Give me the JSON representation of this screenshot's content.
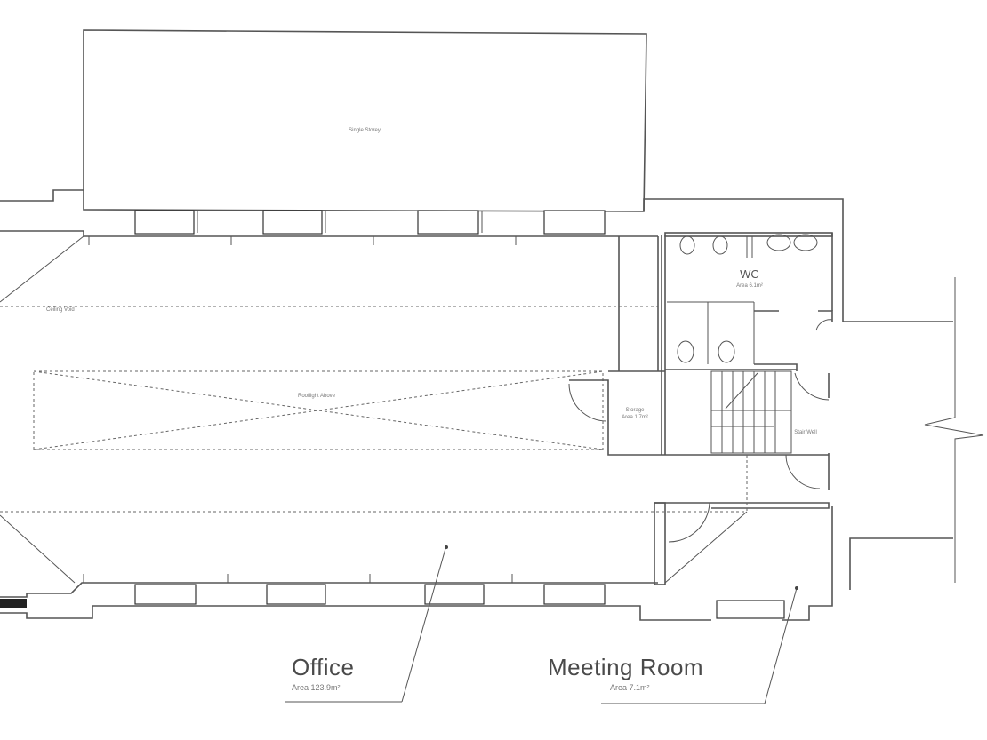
{
  "rooms": {
    "single_storey": {
      "name": "Single Storey"
    },
    "office": {
      "name": "Office",
      "area": "Area 123.9m²"
    },
    "meeting_room": {
      "name": "Meeting Room",
      "area": "Area 7.1m²"
    },
    "wc": {
      "name": "WC",
      "area": "Area 6.1m²"
    },
    "storage": {
      "name": "Storage",
      "area": "Area 1.7m²"
    },
    "stair": {
      "name": "Stair Well"
    }
  },
  "annotations": {
    "ceiling_void": "Ceiling Void",
    "rooflight": "Rooflight Above"
  }
}
